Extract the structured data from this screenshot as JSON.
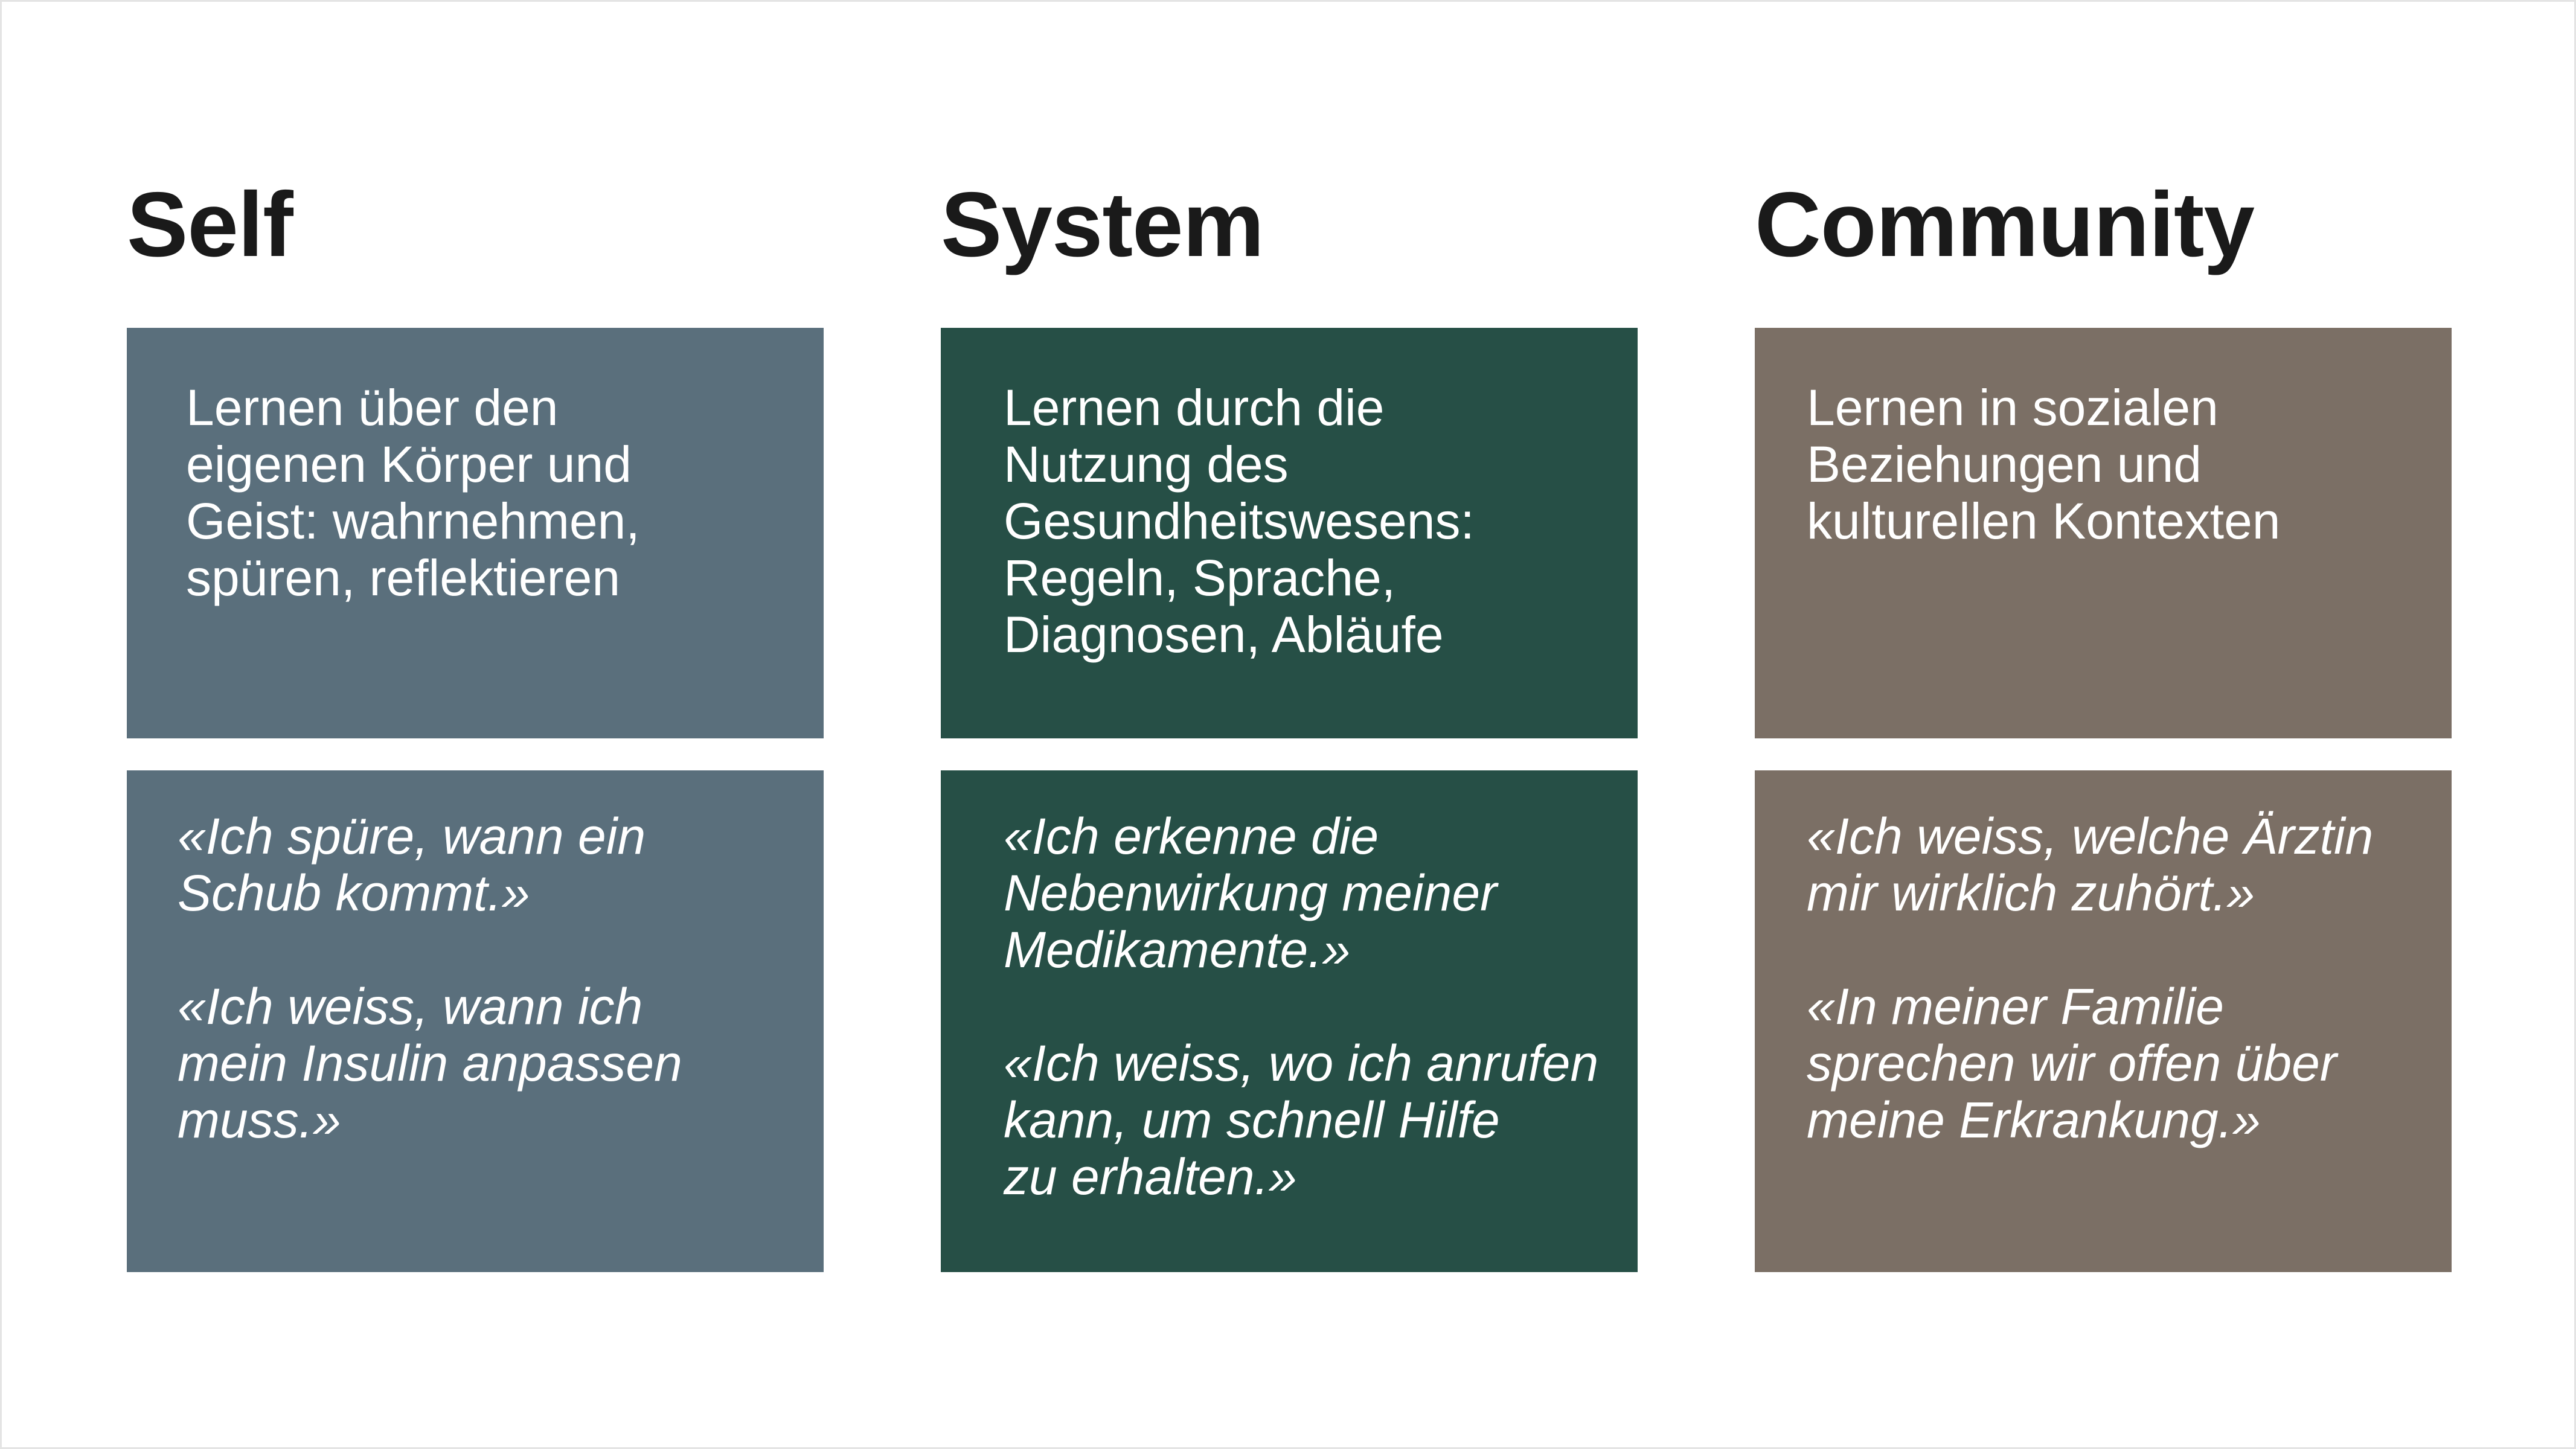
{
  "colors": {
    "self": "#5a6f7c",
    "system": "#264f46",
    "community": "#7b6f65",
    "heading": "#1a1a1a",
    "background": "#ffffff"
  },
  "columns": [
    {
      "title": "Self",
      "description_lines": [
        "Lernen über den",
        "eigenen Körper und",
        "Geist: wahrnehmen,",
        "spüren, reflektieren"
      ],
      "quotes": [
        [
          "«Ich spüre, wann ein",
          "Schub kommt.»"
        ],
        [
          "«Ich weiss, wann ich",
          "mein Insulin anpassen",
          "muss.»"
        ]
      ]
    },
    {
      "title": "System",
      "description_lines": [
        "Lernen durch die",
        "Nutzung des",
        "Gesundheitswesens:",
        "Regeln, Sprache,",
        "Diagnosen, Abläufe"
      ],
      "quotes": [
        [
          "«Ich erkenne die",
          "Nebenwirkung meiner",
          "Medikamente.»"
        ],
        [
          "«Ich weiss, wo ich anrufen",
          "kann, um schnell Hilfe",
          "zu erhalten.»"
        ]
      ]
    },
    {
      "title": "Community",
      "description_lines": [
        "Lernen in sozialen",
        "Beziehungen und",
        "kulturellen Kontexten"
      ],
      "quotes": [
        [
          "«Ich weiss, welche Ärztin",
          "mir wirklich zuhört.»"
        ],
        [
          "«In meiner Familie",
          "sprechen wir offen über",
          "meine Erkrankung.»"
        ]
      ]
    }
  ]
}
